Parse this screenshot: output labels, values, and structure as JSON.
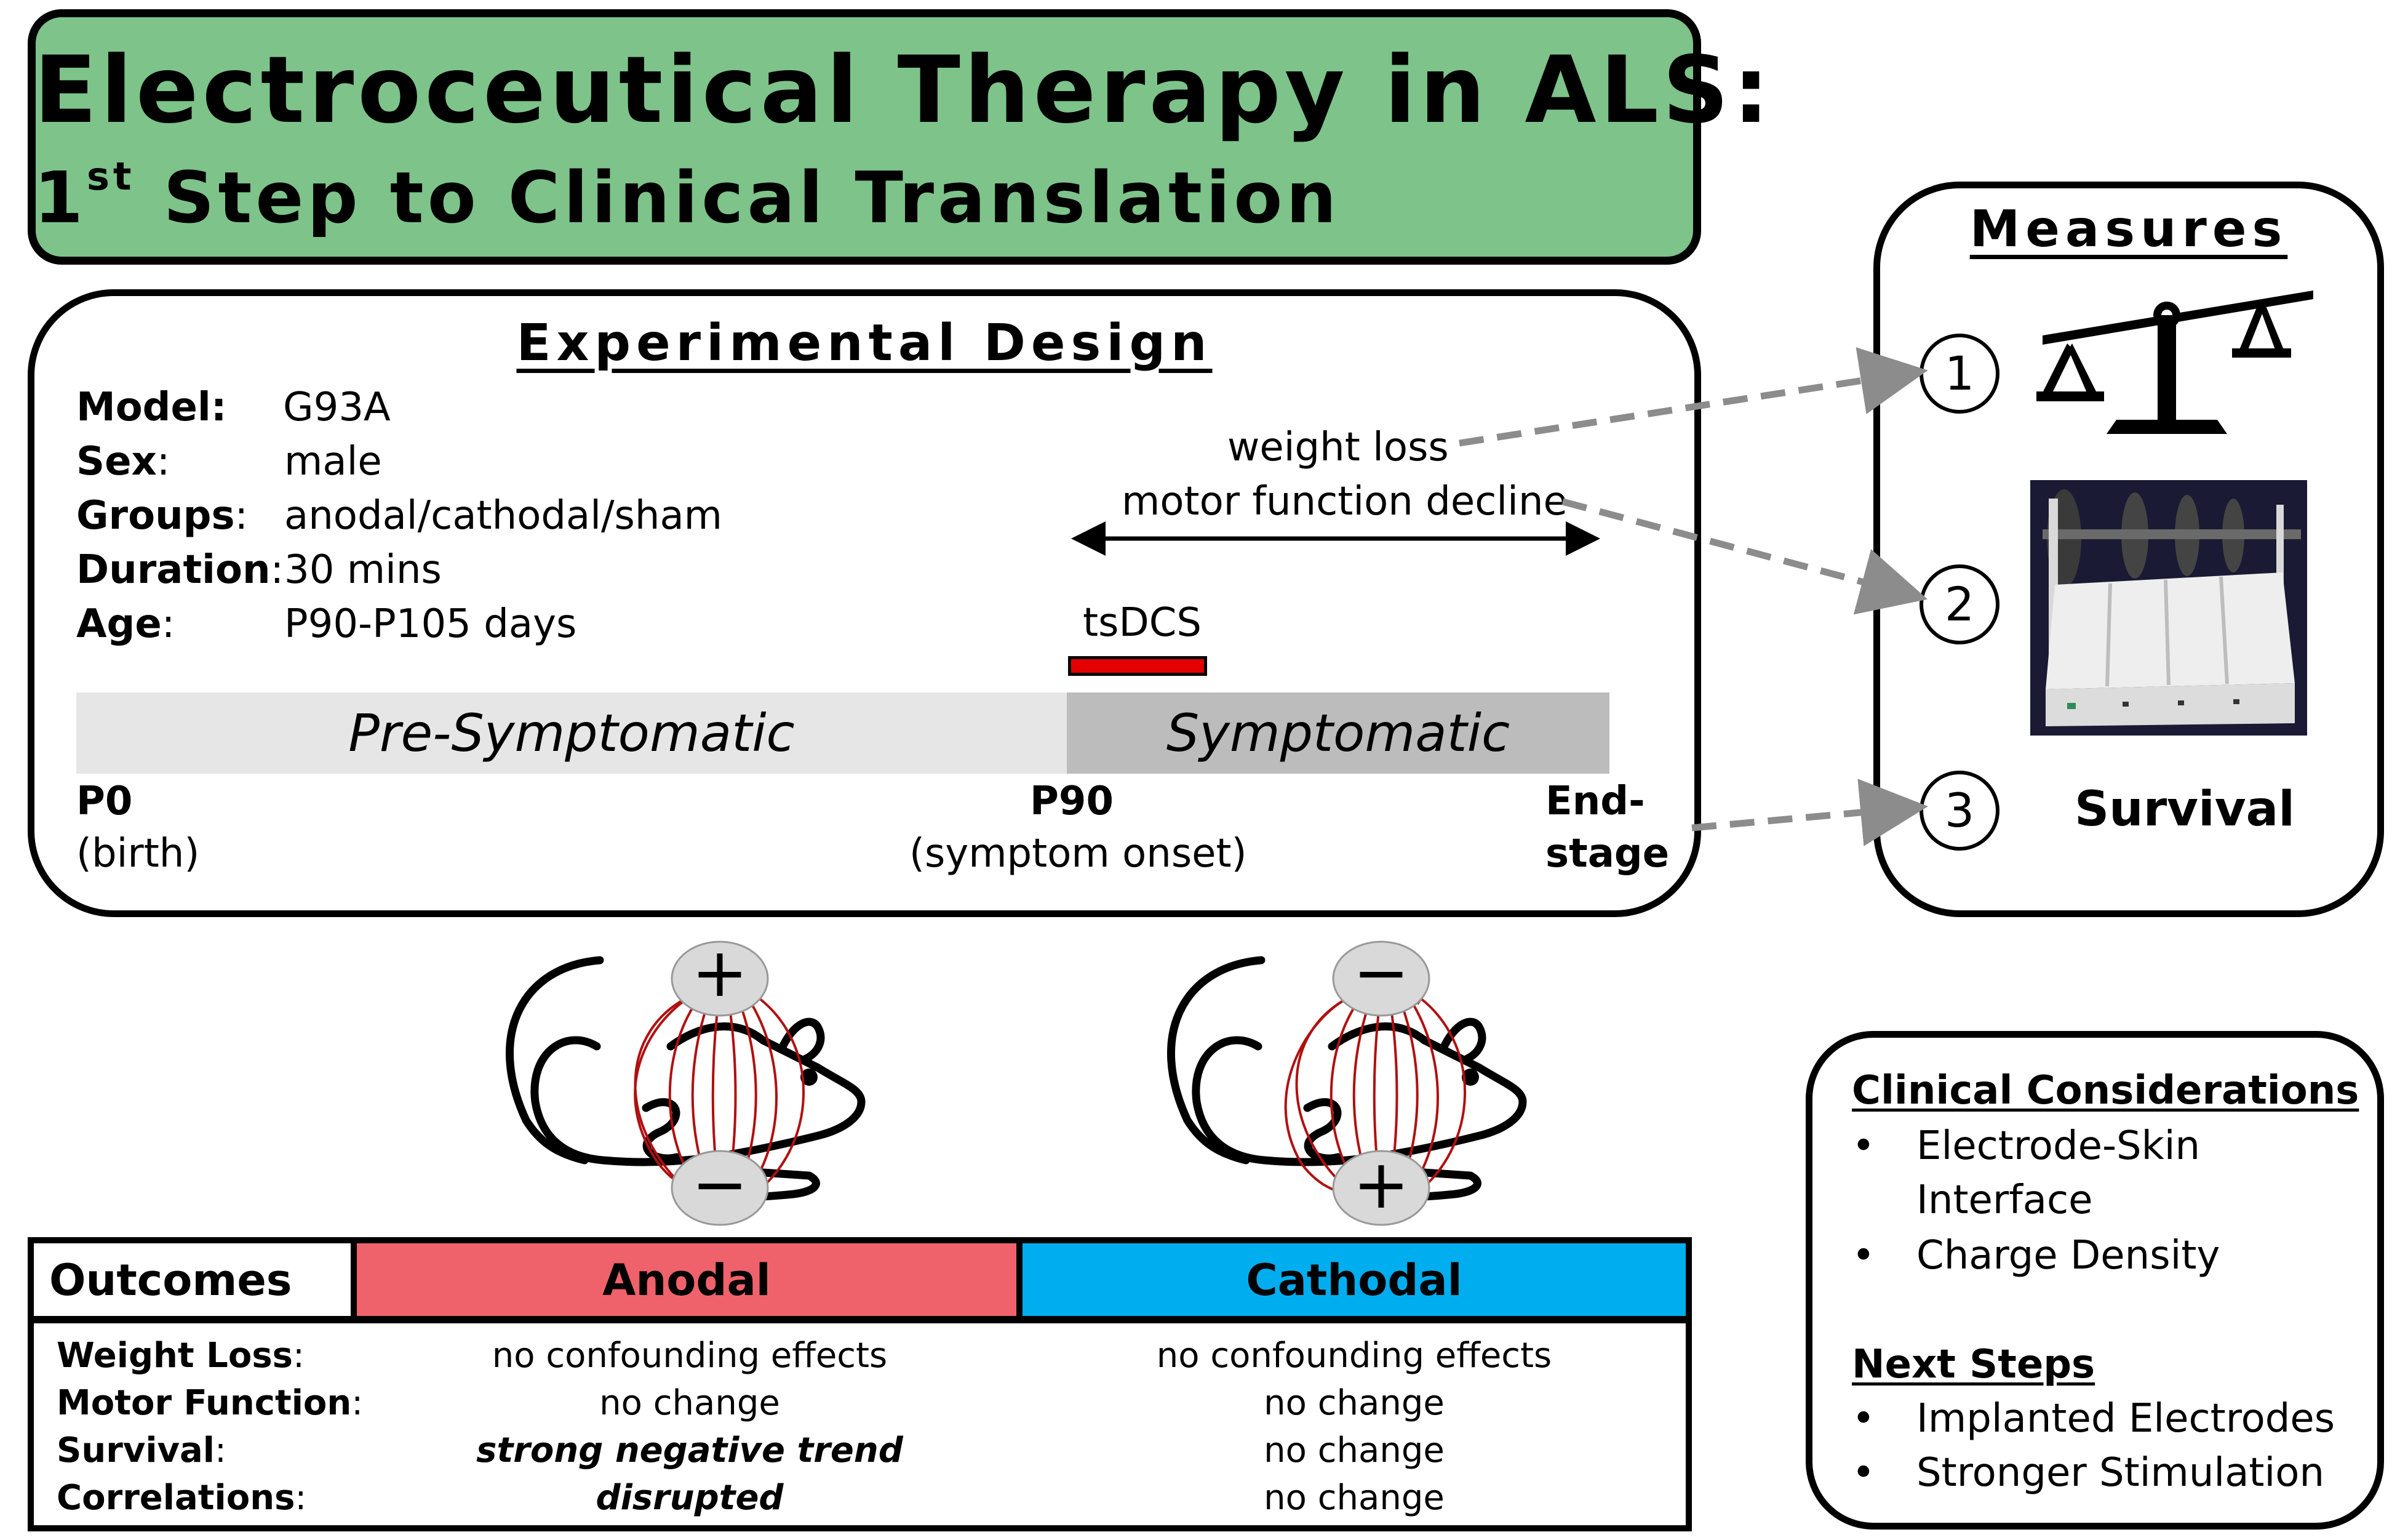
{
  "title": {
    "line1": "Electroceutical Therapy in ALS:",
    "line2_number": "1",
    "line2_sup": "st",
    "line2_rest": " Step to Clinical Translation"
  },
  "design": {
    "heading": "Experimental Design",
    "fields": [
      {
        "label": "Model:",
        "value": "G93A"
      },
      {
        "label": "Sex",
        "label_suffix": ":",
        "value": "male"
      },
      {
        "label": "Groups",
        "label_suffix": ":",
        "value": "anodal/cathodal/sham"
      },
      {
        "label": "Duration",
        "label_suffix": ":",
        "value": "30 mins"
      },
      {
        "label": "Age",
        "label_suffix": ":",
        "value": "P90-P105 days"
      }
    ],
    "annotations": {
      "weight_loss": "weight loss",
      "motor_decline": "motor function decline",
      "tsdcs": "tsDCS"
    },
    "phases": {
      "pre": "Pre-Symptomatic",
      "sym": "Symptomatic"
    },
    "timeline": {
      "p0": "P0",
      "p0_note": "(birth)",
      "p90": "P90",
      "p90_note": "(symptom onset)",
      "end1": "End-",
      "end2": "stage"
    }
  },
  "measures": {
    "heading": "Measures",
    "items": [
      {
        "number": "1",
        "icon": "balance-scale-icon"
      },
      {
        "number": "2",
        "icon": "rotarod-apparatus"
      },
      {
        "number": "3",
        "label": "Survival"
      }
    ]
  },
  "illustrations": {
    "anodal_mouse": {
      "top_electrode": "+",
      "bottom_electrode": "−"
    },
    "cathodal_mouse": {
      "top_electrode": "−",
      "bottom_electrode": "+"
    }
  },
  "clinical": {
    "considerations_heading": "Clinical Considerations",
    "considerations": [
      {
        "line1": "Electrode-Skin",
        "line2": "Interface"
      },
      {
        "line1": "Charge Density"
      }
    ],
    "next_heading": "Next Steps",
    "next_steps": [
      "Implanted Electrodes",
      "Stronger Stimulation"
    ]
  },
  "outcomes": {
    "headers": {
      "outcomes": "Outcomes",
      "anodal": "Anodal",
      "cathodal": "Cathodal"
    },
    "rows": [
      {
        "label": "Weight Loss",
        "suffix": ":",
        "anodal": "no confounding effects",
        "cathodal": "no confounding effects"
      },
      {
        "label": "Motor Function",
        "suffix": ":",
        "anodal": "no change",
        "cathodal": "no change"
      },
      {
        "label": "Survival",
        "suffix": ":",
        "anodal": "strong negative trend",
        "cathodal": "no change"
      },
      {
        "label": "Correlations",
        "suffix": ":",
        "anodal": "disrupted",
        "cathodal": "no change"
      }
    ]
  },
  "colors": {
    "title_bg": "#7dc38a",
    "anodal": "#f0626b",
    "cathodal": "#00aeef",
    "tsdcs_bar": "#e40000",
    "field_lines": "#b01010",
    "arrow_dashed": "#8c8c8c"
  }
}
